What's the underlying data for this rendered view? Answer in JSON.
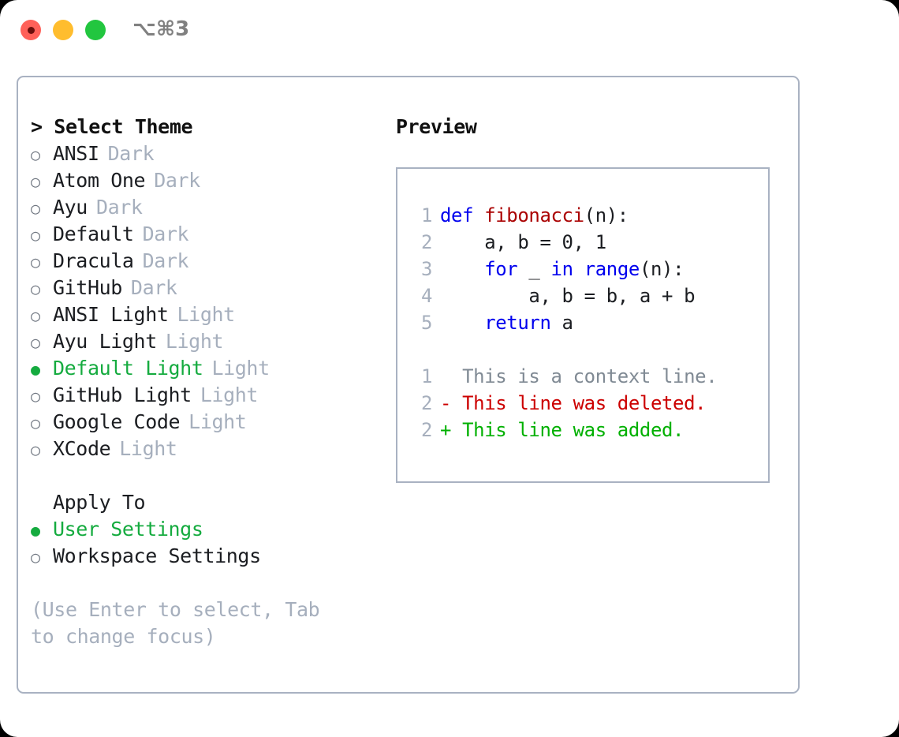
{
  "window": {
    "traffic_lights": [
      "close",
      "minimize",
      "maximize"
    ],
    "shortcut": "⌥⌘3",
    "accent_green": "#15ab3f",
    "muted": "#a6afbd",
    "border": "#a9b2c2"
  },
  "left": {
    "header": "> Select Theme",
    "themes": [
      {
        "marker": "○",
        "name": "ANSI",
        "kind": "Dark",
        "selected": false
      },
      {
        "marker": "○",
        "name": "Atom One",
        "kind": "Dark",
        "selected": false
      },
      {
        "marker": "○",
        "name": "Ayu",
        "kind": "Dark",
        "selected": false
      },
      {
        "marker": "○",
        "name": "Default",
        "kind": "Dark",
        "selected": false
      },
      {
        "marker": "○",
        "name": "Dracula",
        "kind": "Dark",
        "selected": false
      },
      {
        "marker": "○",
        "name": "GitHub",
        "kind": "Dark",
        "selected": false
      },
      {
        "marker": "○",
        "name": "ANSI Light",
        "kind": "Light",
        "selected": false
      },
      {
        "marker": "○",
        "name": "Ayu Light",
        "kind": "Light",
        "selected": false
      },
      {
        "marker": "●",
        "name": "Default Light",
        "kind": "Light",
        "selected": true
      },
      {
        "marker": "○",
        "name": "GitHub Light",
        "kind": "Light",
        "selected": false
      },
      {
        "marker": "○",
        "name": "Google Code",
        "kind": "Light",
        "selected": false
      },
      {
        "marker": "○",
        "name": "XCode",
        "kind": "Light",
        "selected": false
      }
    ],
    "apply_to_header": "Apply To",
    "apply_to": [
      {
        "marker": "●",
        "name": "User Settings",
        "selected": true
      },
      {
        "marker": "○",
        "name": "Workspace Settings",
        "selected": false
      }
    ],
    "hint": "(Use Enter to select, Tab to change focus)"
  },
  "right": {
    "title": "Preview",
    "code_lines": [
      {
        "no": "1",
        "tokens": [
          {
            "t": "def ",
            "c": "kw"
          },
          {
            "t": "fibonacci",
            "c": "fn"
          },
          {
            "t": "(n):",
            "c": "txt"
          }
        ]
      },
      {
        "no": "2",
        "tokens": [
          {
            "t": "    a, b = 0, 1",
            "c": "txt"
          }
        ]
      },
      {
        "no": "3",
        "tokens": [
          {
            "t": "    ",
            "c": "txt"
          },
          {
            "t": "for",
            "c": "kw"
          },
          {
            "t": " _ ",
            "c": "txt"
          },
          {
            "t": "in",
            "c": "kw"
          },
          {
            "t": " ",
            "c": "txt"
          },
          {
            "t": "range",
            "c": "bi"
          },
          {
            "t": "(n):",
            "c": "txt"
          }
        ]
      },
      {
        "no": "4",
        "tokens": [
          {
            "t": "        a, b = b, a + b",
            "c": "txt"
          }
        ]
      },
      {
        "no": "5",
        "tokens": [
          {
            "t": "    ",
            "c": "txt"
          },
          {
            "t": "return",
            "c": "kw"
          },
          {
            "t": " a",
            "c": "txt"
          }
        ]
      }
    ],
    "diff_lines": [
      {
        "no": "1",
        "sign": " ",
        "text": " This is a context line.",
        "cls": "diff-ctx"
      },
      {
        "no": "2",
        "sign": "-",
        "text": " This line was deleted.",
        "cls": "diff-del"
      },
      {
        "no": "2",
        "sign": "+",
        "text": " This line was added.",
        "cls": "diff-add"
      }
    ]
  }
}
